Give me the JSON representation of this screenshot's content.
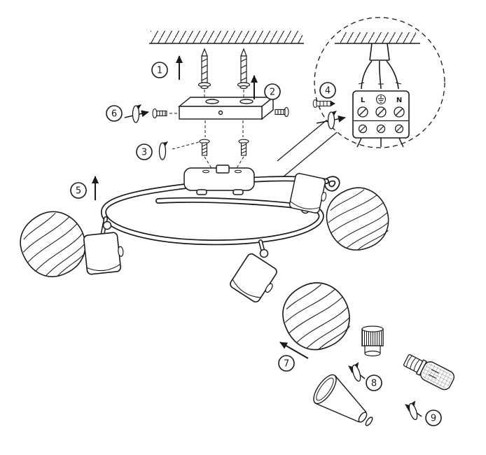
{
  "diagram": {
    "kind": "assembly-instructions",
    "colors": {
      "line": "#1a1a1a",
      "background": "#ffffff"
    },
    "steps": [
      {
        "num": "1"
      },
      {
        "num": "2"
      },
      {
        "num": "3"
      },
      {
        "num": "4"
      },
      {
        "num": "5"
      },
      {
        "num": "6"
      },
      {
        "num": "7"
      },
      {
        "num": "8"
      },
      {
        "num": "9"
      }
    ],
    "detail_view": {
      "terminal": {
        "live": "L",
        "neutral": "N",
        "earth_icon": "earth-ground-icon"
      }
    },
    "icons": {
      "rotate": "rotate-screw-icon",
      "arrow": "direction-arrow-icon"
    }
  }
}
